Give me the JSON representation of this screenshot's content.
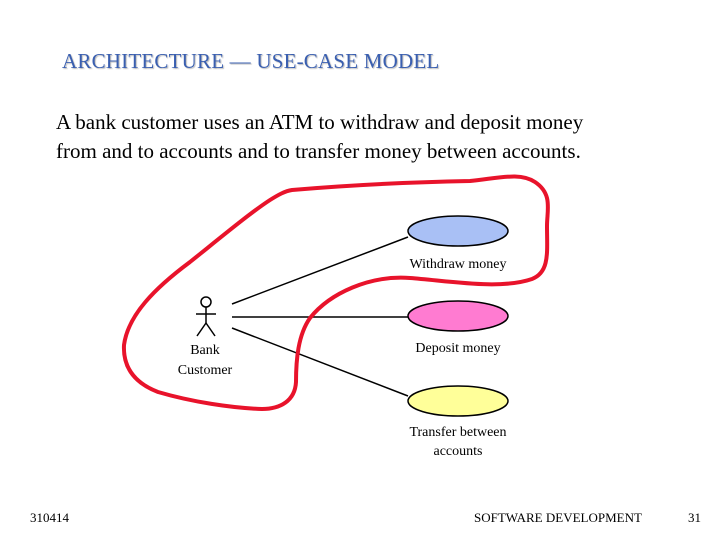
{
  "slide": {
    "title": "ARCHITECTURE — USE-CASE MODEL",
    "description": "A bank customer uses an ATM to withdraw and deposit money\nfrom and to accounts and to transfer money between accounts."
  },
  "diagram": {
    "actor": {
      "label_line1": "Bank",
      "label_line2": "Customer"
    },
    "use_cases": [
      {
        "label_line1": "Withdraw money",
        "label_line2": "",
        "color": "#a9c0f5"
      },
      {
        "label_line1": "Deposit money",
        "label_line2": "",
        "color": "#ff7bd1"
      },
      {
        "label_line1": "Transfer between",
        "label_line2": "accounts",
        "color": "#ffff99"
      }
    ],
    "highlight_color": "#e8132b"
  },
  "footer": {
    "left": "310414",
    "center": "SOFTWARE DEVELOPMENT",
    "page_number": "31"
  }
}
